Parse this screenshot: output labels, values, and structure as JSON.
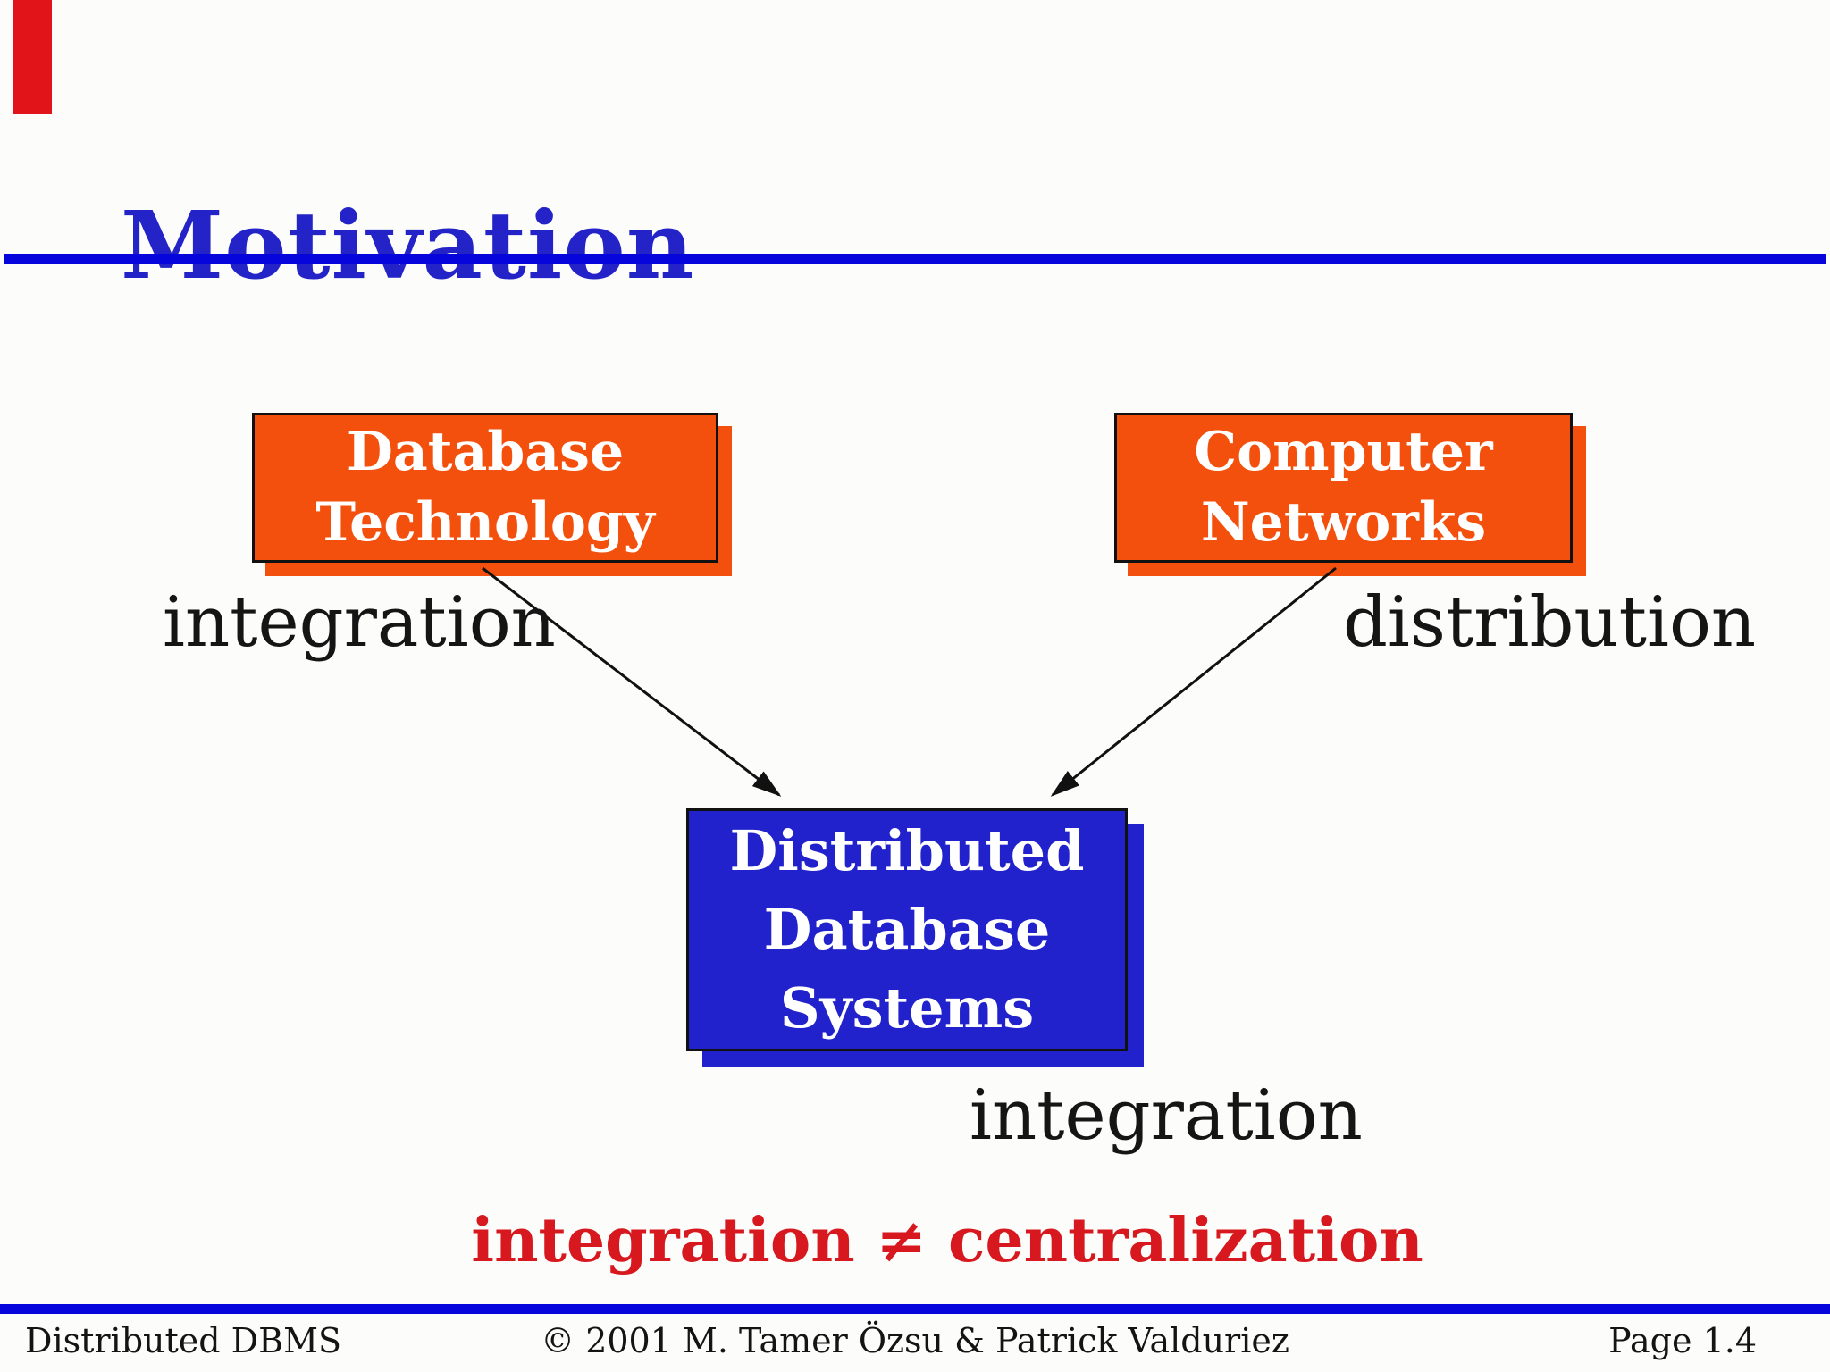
{
  "slide": {
    "title": "Motivation",
    "boxes": {
      "database_technology": {
        "label": "Database\nTechnology"
      },
      "computer_networks": {
        "label": "Computer\nNetworks"
      },
      "distributed_database_systems": {
        "label": "Distributed\nDatabase\nSystems"
      }
    },
    "edge_labels": {
      "integration_left": "integration",
      "distribution_right": "distribution",
      "integration_bottom": "integration"
    },
    "statement": "integration ≠ centralization",
    "footer": {
      "course": "Distributed DBMS",
      "copyright": "© 2001 M. Tamer Özsu & Patrick Valduriez",
      "page": "Page 1.4"
    },
    "colors": {
      "title_blue": "#2323c8",
      "rule_blue": "#0505dc",
      "box_blue": "#2222cc",
      "box_orange": "#f4500d",
      "statement_red": "#d7181e",
      "corner_red": "#e01419",
      "arrow_black": "#111111"
    }
  }
}
